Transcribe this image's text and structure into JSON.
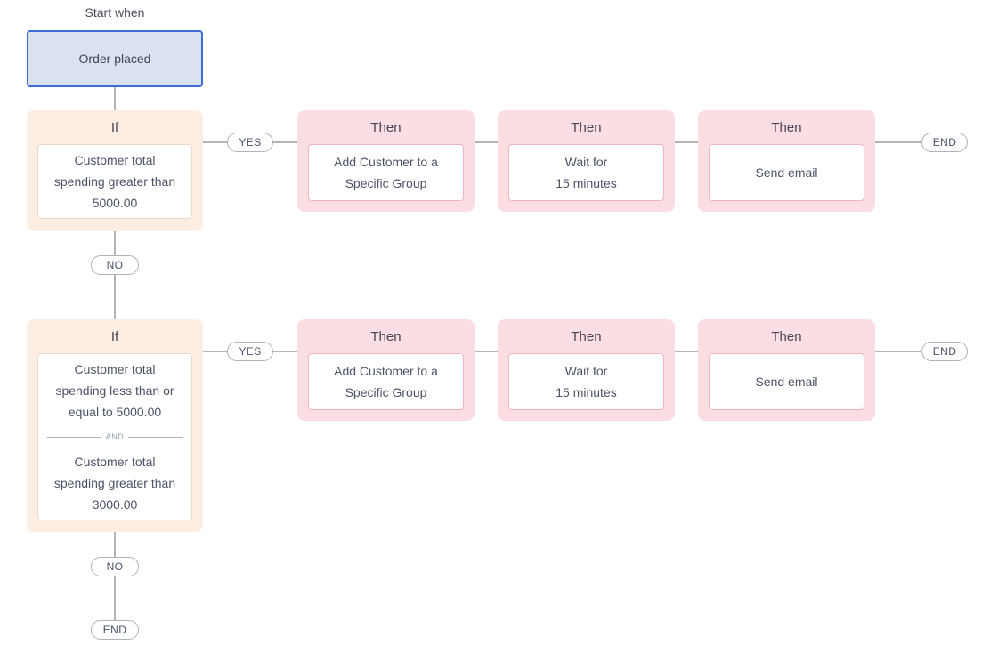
{
  "labels": {
    "start_when": "Start when",
    "if_header": "If",
    "then_header": "Then",
    "yes": "YES",
    "no": "NO",
    "end": "END",
    "and": "AND"
  },
  "trigger": {
    "label": "Order placed"
  },
  "branches": [
    {
      "condition_groups": [
        {
          "lines": [
            "Customer total",
            "spending greater than",
            "5000.00"
          ]
        }
      ],
      "then_steps": [
        {
          "lines": [
            "Add Customer to a",
            "Specific Group"
          ]
        },
        {
          "lines": [
            "Wait for",
            "15 minutes"
          ]
        },
        {
          "lines": [
            "Send email"
          ]
        }
      ]
    },
    {
      "condition_groups": [
        {
          "lines": [
            "Customer total",
            "spending less than or",
            "equal to 5000.00"
          ]
        },
        {
          "lines": [
            "Customer total",
            "spending greater than",
            "3000.00"
          ]
        }
      ],
      "then_steps": [
        {
          "lines": [
            "Add Customer to a",
            "Specific Group"
          ]
        },
        {
          "lines": [
            "Wait for",
            "15 minutes"
          ]
        },
        {
          "lines": [
            "Send email"
          ]
        }
      ]
    }
  ],
  "colors": {
    "trigger_bg": "#dbe2ef",
    "trigger_border": "#3d6cd7",
    "if_bg": "#fdeee4",
    "if_card_border": "#ebd9cb",
    "then_bg": "#fbdde4",
    "then_card_border": "#f0b5c2",
    "connector": "#b4b4b4",
    "pill_border": "#aeb3bc",
    "text": "#4c5367"
  }
}
